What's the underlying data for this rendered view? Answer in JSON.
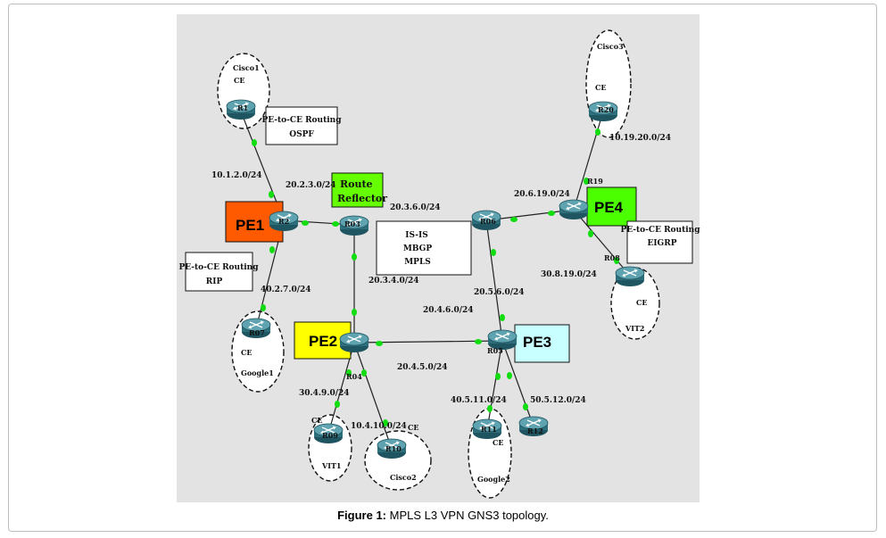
{
  "caption": {
    "prefix": "Figure 1:",
    "text": "MPLS L3 VPN GNS3 topology."
  },
  "provider_edges": {
    "pe1": "PE1",
    "pe2": "PE2",
    "pe3": "PE3",
    "pe4": "PE4"
  },
  "route_reflector": {
    "line1": "Route",
    "line2": "Reflector"
  },
  "core_protocols": {
    "line1": "IS-IS",
    "line2": "MBGP",
    "line3": "MPLS"
  },
  "routing_boxes": {
    "ospf": {
      "line1": "PE-to-CE Routing",
      "line2": "OSPF"
    },
    "rip": {
      "line1": "PE-to-CE Routing",
      "line2": "RIP"
    },
    "eigrp": {
      "line1": "PE-to-CE Routing",
      "line2": "EIGRP"
    }
  },
  "routers": {
    "r1": "R1",
    "r2": "R2",
    "r03": "R03",
    "r04": "R04",
    "r05": "R05",
    "r06": "R06",
    "r07": "R07",
    "r08": "R08",
    "r09": "R09",
    "r10": "R10",
    "r11": "R11",
    "r12": "R12",
    "r19": "R19",
    "r20": "R20"
  },
  "sites": {
    "cisco1": "Cisco1",
    "cisco2": "Cisco2",
    "cisco3": "Cisco3",
    "google1": "Google1",
    "google2": "Google2",
    "vit1": "VIT1",
    "vit2": "VIT2",
    "ce": "CE"
  },
  "subnets": {
    "s10_1_2": "10.1.2.0/24",
    "s20_2_3": "20.2.3.0/24",
    "s20_3_6": "20.3.6.0/24",
    "s20_6_19": "20.6.19.0/24",
    "s10_19_20": "10.19.20.0/24",
    "s30_8_19": "30.8.19.0/24",
    "s40_2_7": "40.2.7.0/24",
    "s20_3_4": "20.3.4.0/24",
    "s20_5_6": "20.5.6.0/24",
    "s20_4_6": "20.4.6.0/24",
    "s20_4_5": "20.4.5.0/24",
    "s30_4_9": "30.4.9.0/24",
    "s10_4_10": "10.4.10.0/24",
    "s40_5_11": "40.5.11.0/24",
    "s50_5_12": "50.5.12.0/24"
  },
  "colors": {
    "pe1": "#ff5a00",
    "pe2": "#ffff00",
    "pe3": "#c8ffff",
    "pe4": "#4cff00",
    "route_reflector": "#66ff00",
    "link_dot": "#11dd11",
    "router_body": "#2e6f7c"
  }
}
